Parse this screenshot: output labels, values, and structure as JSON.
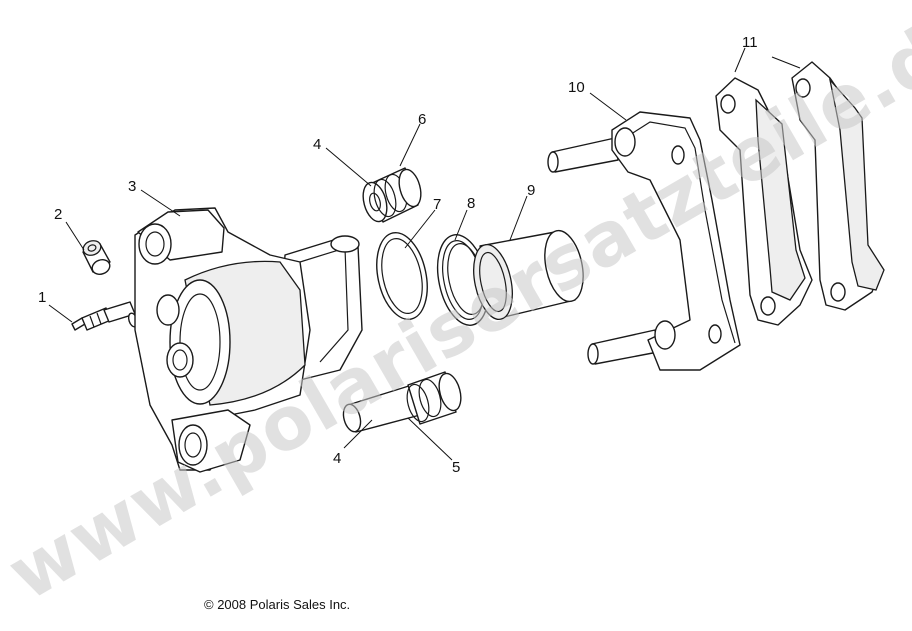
{
  "callouts": {
    "c1": "1",
    "c2": "2",
    "c3": "3",
    "c4a": "4",
    "c4b": "4",
    "c5": "5",
    "c6": "6",
    "c7": "7",
    "c8": "8",
    "c9": "9",
    "c10": "10",
    "c11": "11"
  },
  "copyright": "© 2008 Polaris Sales Inc.",
  "watermark": "www.polarisersatzteile.de"
}
